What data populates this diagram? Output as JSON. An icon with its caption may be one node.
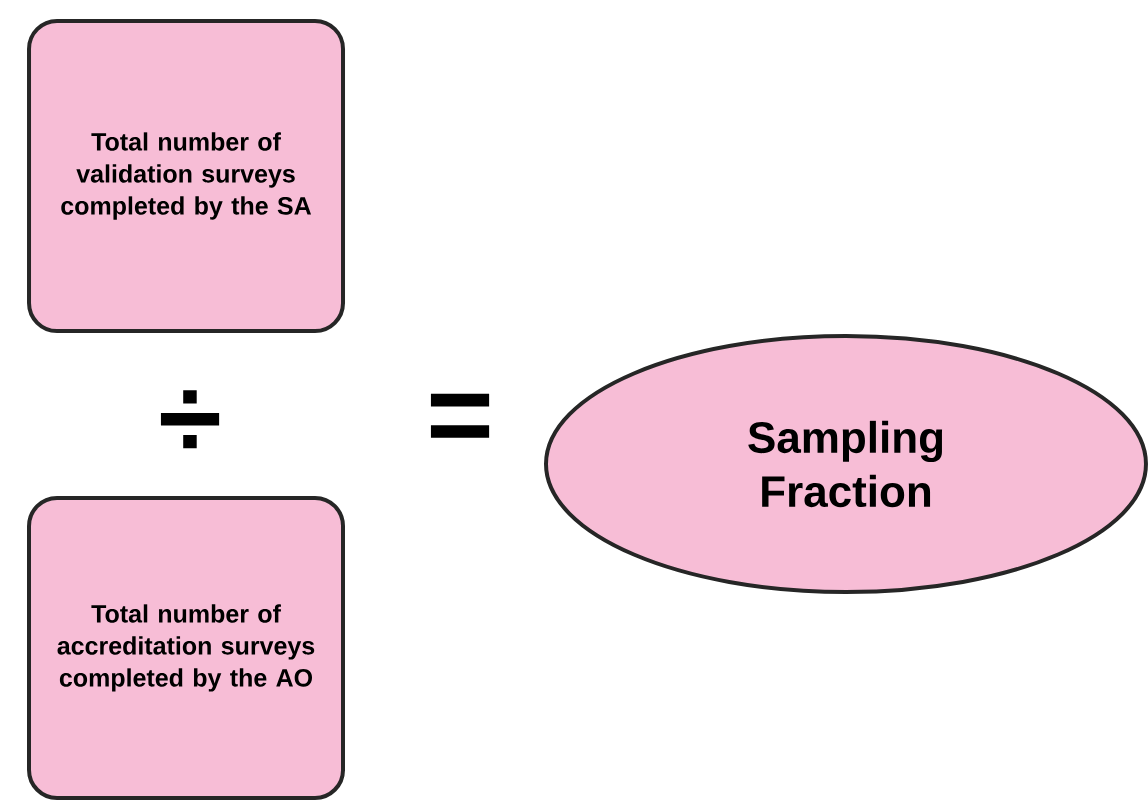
{
  "diagram": {
    "nodes": [
      {
        "text": [
          "Total number of validation surveys completed by the SA"
        ]
      },
      {
        "text": [
          "Total number of accreditation surveys completed by the AO"
        ]
      },
      {
        "text": [
          "Sampling Fraction"
        ]
      }
    ],
    "labels": [
      "÷",
      "="
    ]
  }
}
